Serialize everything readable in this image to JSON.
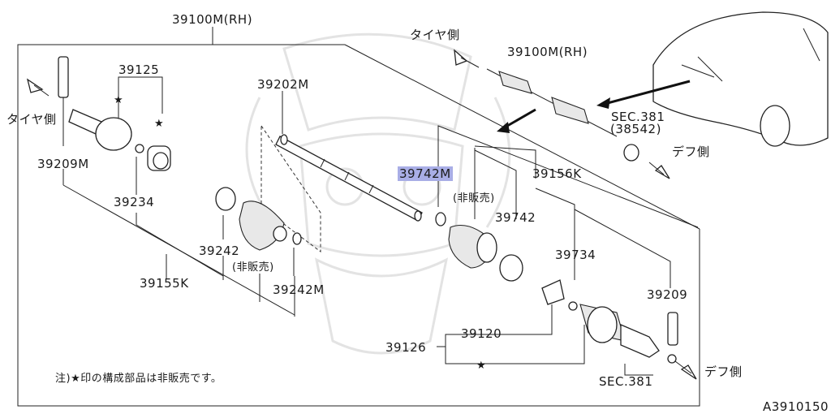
{
  "labels": {
    "assembly_rh": "39100M(RH)",
    "tire_side_left": "タイヤ側",
    "tire_side_top": "タイヤ側",
    "assembly_rh_small": "39100M(RH)",
    "p39125": "39125",
    "p39202m": "39202M",
    "p39209m": "39209M",
    "p39234": "39234",
    "p39242": "39242",
    "not_for_sale_left": "(非販売)",
    "p39242m": "39242M",
    "p39155k": "39155K",
    "p39742m": "39742M",
    "not_for_sale_right": "(非販売)",
    "p39742": "39742",
    "p39156k": "39156K",
    "sec381_top": "SEC.381",
    "sec381_sub": "(38542)",
    "diff_side_top": "デフ側",
    "p39734": "39734",
    "p39209": "39209",
    "p39120": "39120",
    "p39126": "39126",
    "diff_side_bottom": "デフ側",
    "sec381_bottom": "SEC.381",
    "note": "注)★印の構成部品は非販売です。",
    "diagram_id": "A3910150",
    "star_a": "★",
    "star_b": "★",
    "star_c": "★"
  },
  "colors": {
    "line": "#222222",
    "highlight": "#a9aee6",
    "watermark": "#e3e3e3"
  }
}
